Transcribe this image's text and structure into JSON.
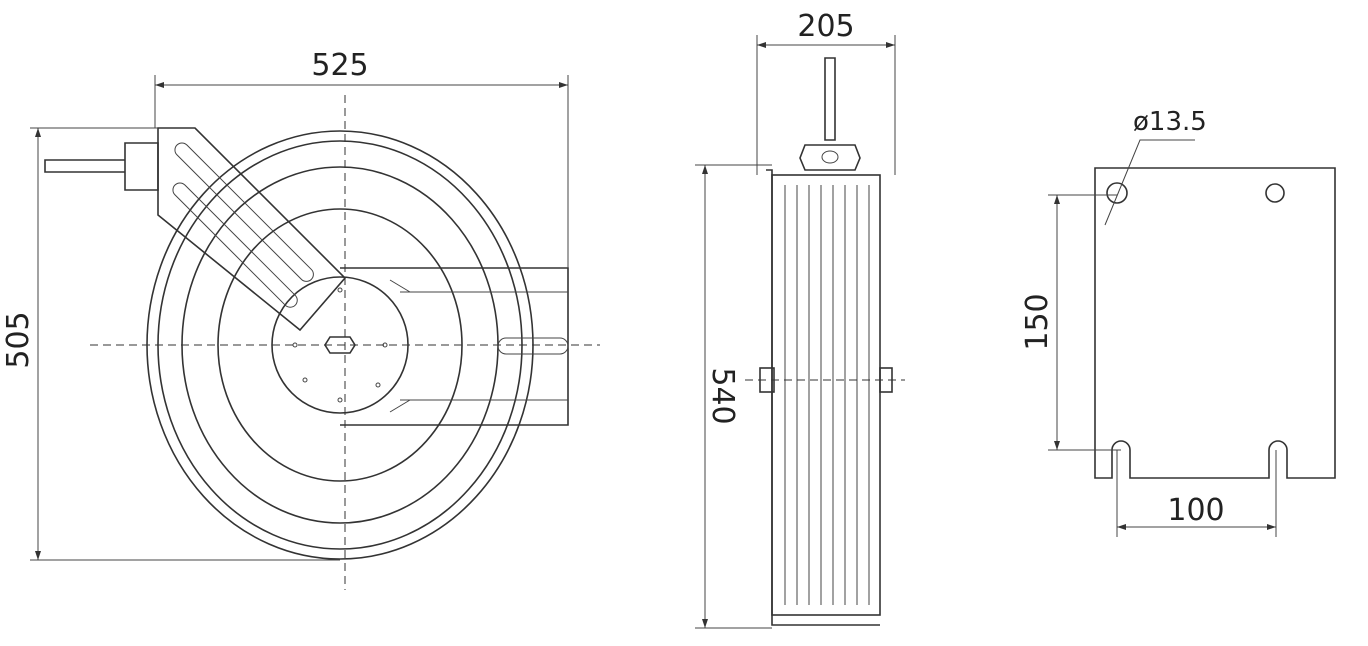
{
  "front_view": {
    "width_label": "525",
    "height_label": "505"
  },
  "side_view": {
    "depth_label": "205",
    "height_label": "540"
  },
  "mount_plate": {
    "hole_diameter_label": "ø13.5",
    "vertical_spacing_label": "150",
    "horizontal_spacing_label": "100"
  }
}
